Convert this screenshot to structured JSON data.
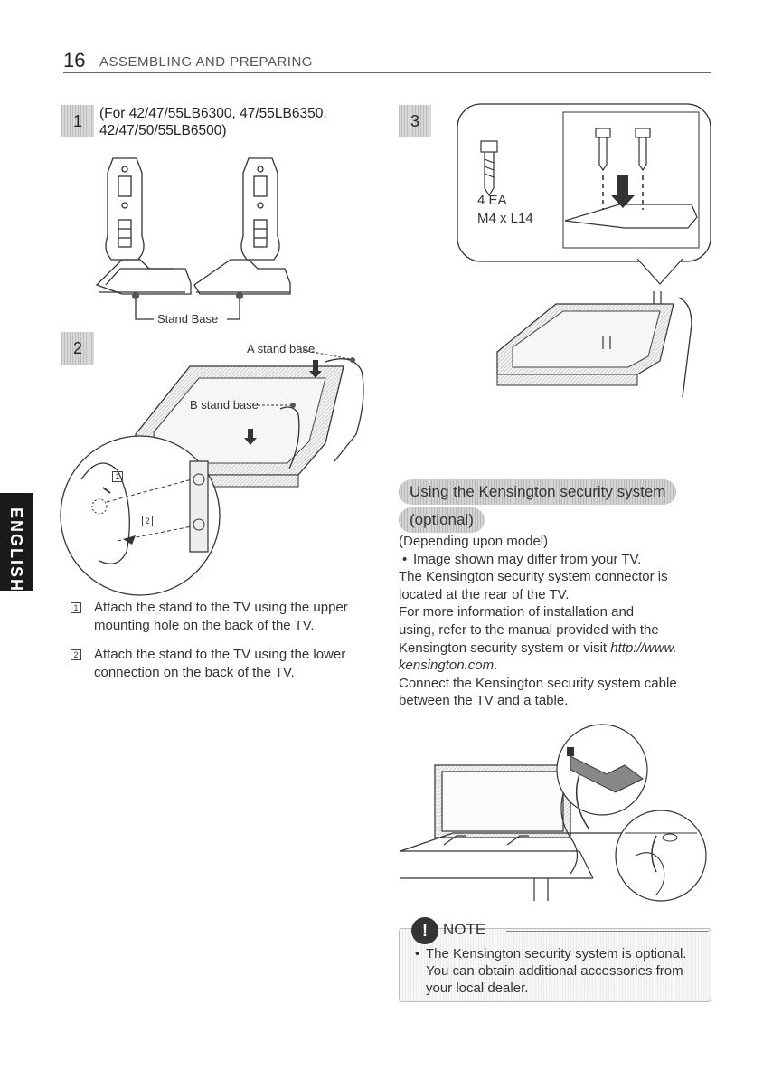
{
  "header": {
    "page_number": "16",
    "section_title": "ASSEMBLING AND PREPARING"
  },
  "side_tab": {
    "label": "ENGLISH"
  },
  "step1": {
    "number": "1",
    "models_line1": "(For 42/47/55LB6300, 47/55LB6350,",
    "models_line2": "42/47/50/55LB6500)",
    "stand_base_label": "Stand Base"
  },
  "step2": {
    "number": "2",
    "a_label": "A stand base",
    "b_label": "B stand base",
    "marker1": "1",
    "marker2": "2",
    "caption1_line1": "Attach the stand to the TV using the upper",
    "caption1_line2": "mounting hole on the back of the TV.",
    "caption2_line1": "Attach the stand to the TV using the lower",
    "caption2_line2": "connection on the back of the TV."
  },
  "step3": {
    "number": "3",
    "screw_count": "4 EA",
    "screw_size": "M4 x L14"
  },
  "kensington": {
    "heading_line1": "Using the Kensington security system",
    "heading_line2": "(optional)",
    "line1": "(Depending upon model)",
    "bullet": "Image shown may differ from your TV.",
    "line3": "The Kensington security system connector is",
    "line4": "located at the rear of the TV.",
    "line5": "For more information of installation and",
    "line6": "using, refer to the manual provided with the",
    "line7": "Kensington security system or visit",
    "link_part1": "http://www.",
    "link_part2": "kensington.com",
    "link_end": ".",
    "line9": "Connect the Kensington security system cable",
    "line10": "between the TV and a table."
  },
  "note": {
    "icon": "!",
    "label": "NOTE",
    "line1": "The Kensington security system is optional.",
    "line2": "You can obtain additional accessories from",
    "line3": "your local dealer."
  }
}
